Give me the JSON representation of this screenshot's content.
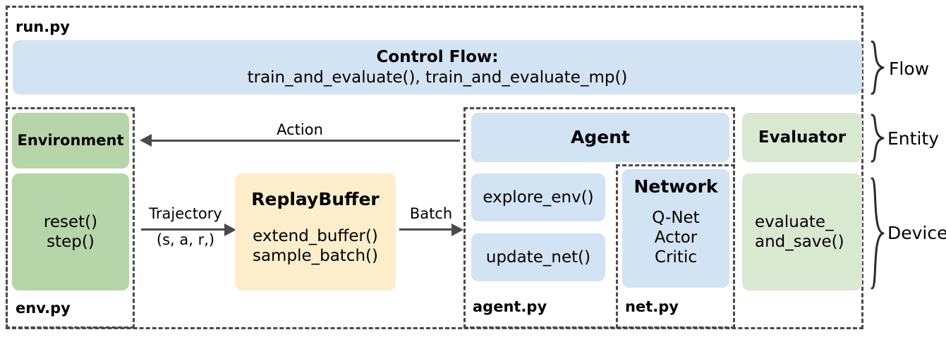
{
  "diagram": {
    "title_note": "ElegantRL framework architecture",
    "outer_container": {
      "filename": "run.py"
    },
    "control_flow": {
      "title": "Control Flow:",
      "functions": "train_and_evaluate(),  train_and_evaluate_mp()"
    },
    "env_container": {
      "filename": "env.py"
    },
    "env_blocks": [
      {
        "id": "environment",
        "label": "Environment",
        "color": "#b6d5a8"
      },
      {
        "id": "env-methods",
        "lines": [
          "reset()",
          "step()"
        ],
        "color": "#b6d5a8"
      }
    ],
    "replay_buffer": {
      "title": "ReplayBuffer",
      "methods": [
        "extend_buffer()",
        "sample_batch()"
      ],
      "color": "#fdeecb"
    },
    "agent_container": {
      "filename": "agent.py"
    },
    "agent_blocks": [
      {
        "id": "agent",
        "label": "Agent",
        "color": "#d2e3f3"
      },
      {
        "id": "explore-env",
        "label": "explore_env()",
        "color": "#d2e3f3"
      },
      {
        "id": "update-net",
        "label": "update_net()",
        "color": "#d2e3f3"
      }
    ],
    "net_container": {
      "filename": "net.py"
    },
    "network": {
      "title": "Network",
      "items": [
        "Q-Net",
        "Actor",
        "Critic"
      ],
      "color": "#d2e3f3"
    },
    "evaluator_blocks": [
      {
        "id": "evaluator",
        "label": "Evaluator",
        "color": "#d9e9d1"
      },
      {
        "id": "evaluate-and-save",
        "lines": [
          "evaluate_",
          "and_save()"
        ],
        "color": "#d9e9d1"
      }
    ],
    "arrows": [
      {
        "id": "action",
        "label": "Action",
        "direction": "left"
      },
      {
        "id": "trajectory",
        "label_top": "Trajectory",
        "label_bottom": "(s, a, r,)",
        "direction": "right"
      },
      {
        "id": "batch",
        "label": "Batch",
        "direction": "right"
      }
    ],
    "braces": [
      {
        "id": "flow",
        "label": "Flow"
      },
      {
        "id": "entity",
        "label": "Entity"
      },
      {
        "id": "device",
        "label": "Device"
      }
    ],
    "colors": {
      "blue": "#d2e3f3",
      "green": "#b6d5a8",
      "light_green": "#d9e9d1",
      "yellow": "#fdeecb",
      "stroke": "#4a4a4a",
      "background": "#ffffff"
    }
  }
}
